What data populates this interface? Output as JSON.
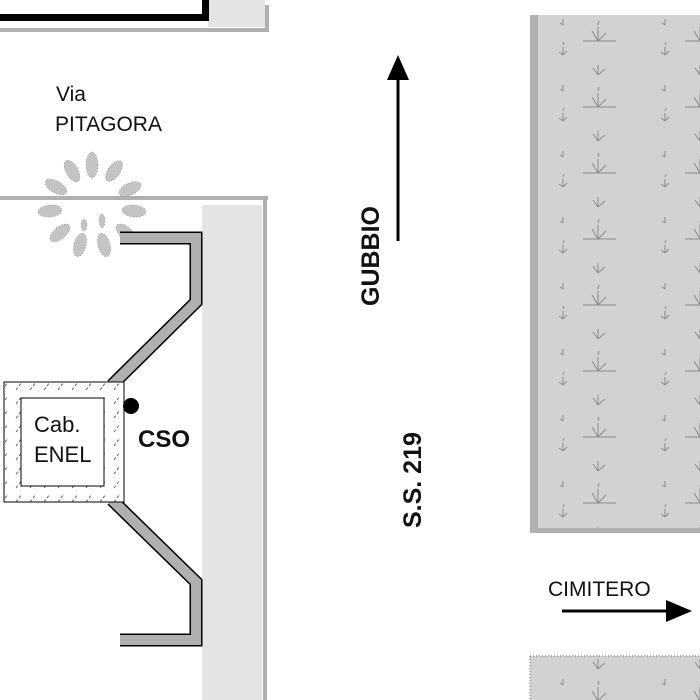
{
  "labels": {
    "street_prefix": "Via",
    "street_name": "PITAGORA",
    "direction_north": "GUBBIO",
    "road": "S.S. 219",
    "direction_east": "CIMITERO",
    "cabin_line1": "Cab.",
    "cabin_line2": "ENEL",
    "point_label": "CSO"
  },
  "colors": {
    "road_band": "#e4e4e4",
    "edge_line": "#b0b0b0",
    "field": "#d2d2d2",
    "conduit": "#b0b0b0",
    "ink": "#000000"
  }
}
